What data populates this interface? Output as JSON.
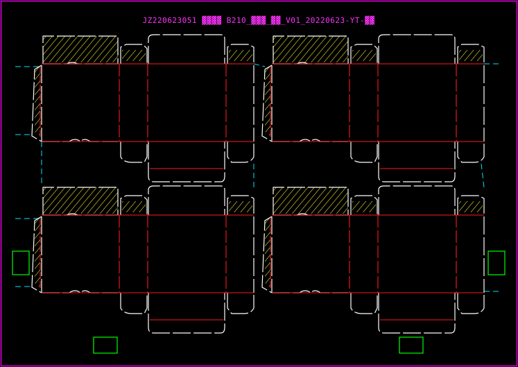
{
  "drawing": {
    "title": "JZ220623051 ▓▓▓▓ B210_▓▓▓_▓▓_V01_20220623-YT-▓▓",
    "layout": {
      "copies_across": 2,
      "copies_down": 2
    },
    "colors": {
      "background": "#000000",
      "border": "#ff00ff",
      "title": "#ff33ff",
      "cut_line": "#ffffff",
      "crease_line": "#ff0000",
      "bleed_line": "#00e5ff",
      "glue_hatch": "#ffff00",
      "registration_mark": "#00ff00"
    }
  }
}
